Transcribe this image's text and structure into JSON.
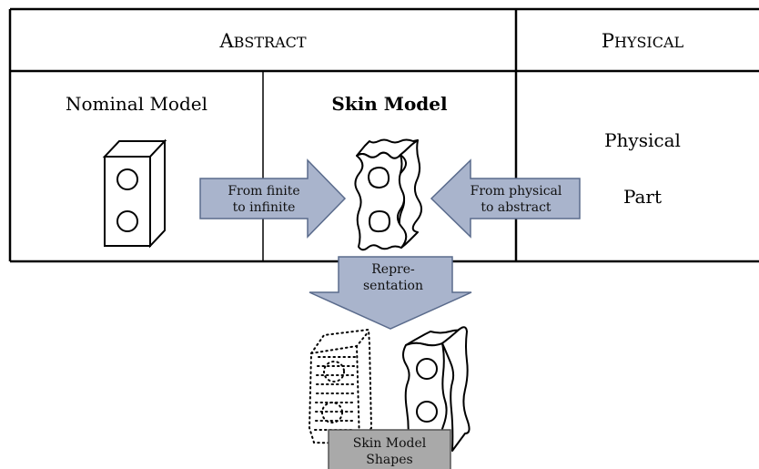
{
  "header": {
    "abstract_first": "A",
    "abstract_rest": "BSTRACT",
    "physical_first": "P",
    "physical_rest": "HYSICAL"
  },
  "columns": {
    "nominal_model": "Nominal Model",
    "skin_model": "Skin Model",
    "physical_line1": "Physical",
    "physical_line2": "Part"
  },
  "arrows": {
    "finite_to_infinite": [
      "From finite",
      "to infinite"
    ],
    "physical_to_abstract": [
      "From physical",
      "to abstract"
    ],
    "representation": [
      "Repre-",
      "sentation"
    ]
  },
  "shapes_box": [
    "Skin Model",
    "Shapes"
  ],
  "colors": {
    "arrow_fill": "#a9b4cc",
    "arrow_stroke": "#5a6b8c",
    "box_fill": "#a9a9a9",
    "box_stroke": "#555555",
    "line": "#000000"
  }
}
